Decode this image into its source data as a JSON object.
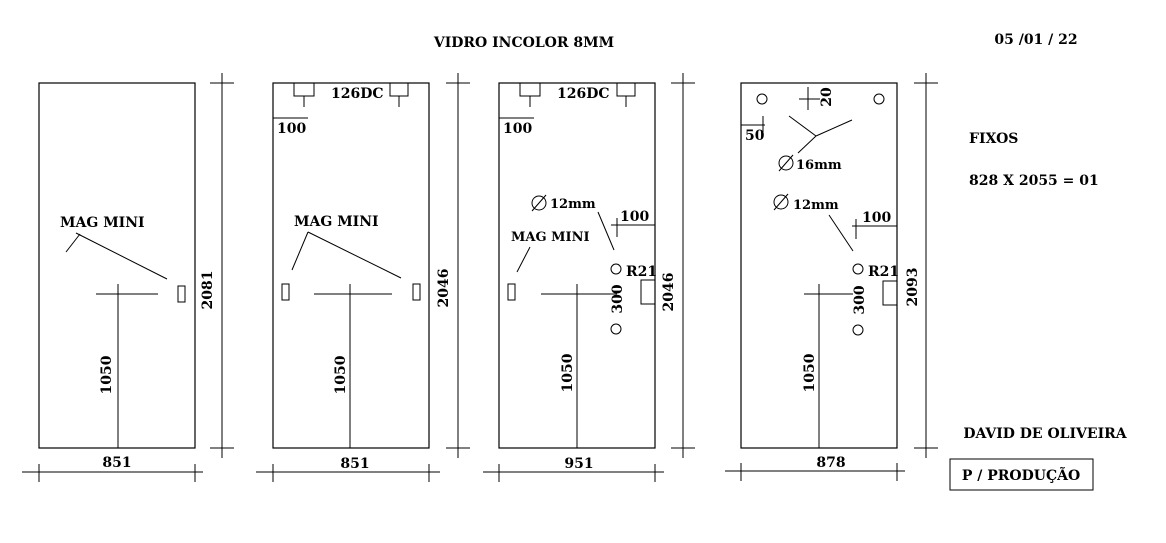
{
  "header": {
    "title": "VIDRO INCOLOR 8MM",
    "date": "05 /01 / 22"
  },
  "notes": {
    "fixos_label": "FIXOS",
    "fixos_spec": "828 X 2055 = 01",
    "author": "DAVID DE OLIVEIRA",
    "stamp": "P / PRODUÇÃO"
  },
  "panels": [
    {
      "width": "851",
      "height": "2081",
      "handle_height": "1050",
      "label": "MAG MINI"
    },
    {
      "width": "851",
      "height": "2046",
      "handle_height": "1050",
      "label": "MAG MINI",
      "hinge_label": "126DC",
      "hinge_offset": "100"
    },
    {
      "width": "951",
      "height": "2046",
      "handle_height": "1050",
      "label": "MAG MINI",
      "hinge_label": "126DC",
      "hinge_offset": "100",
      "hole_diameter": "12mm",
      "hole_offset": "100",
      "hole_spacing": "300",
      "radius": "R21"
    },
    {
      "width": "878",
      "height": "2093",
      "handle_height": "1050",
      "top_offset": "20",
      "side_offset": "50",
      "top_hole_diameter": "16mm",
      "hole_diameter": "12mm",
      "hole_offset": "100",
      "hole_spacing": "300",
      "radius": "R21"
    }
  ]
}
